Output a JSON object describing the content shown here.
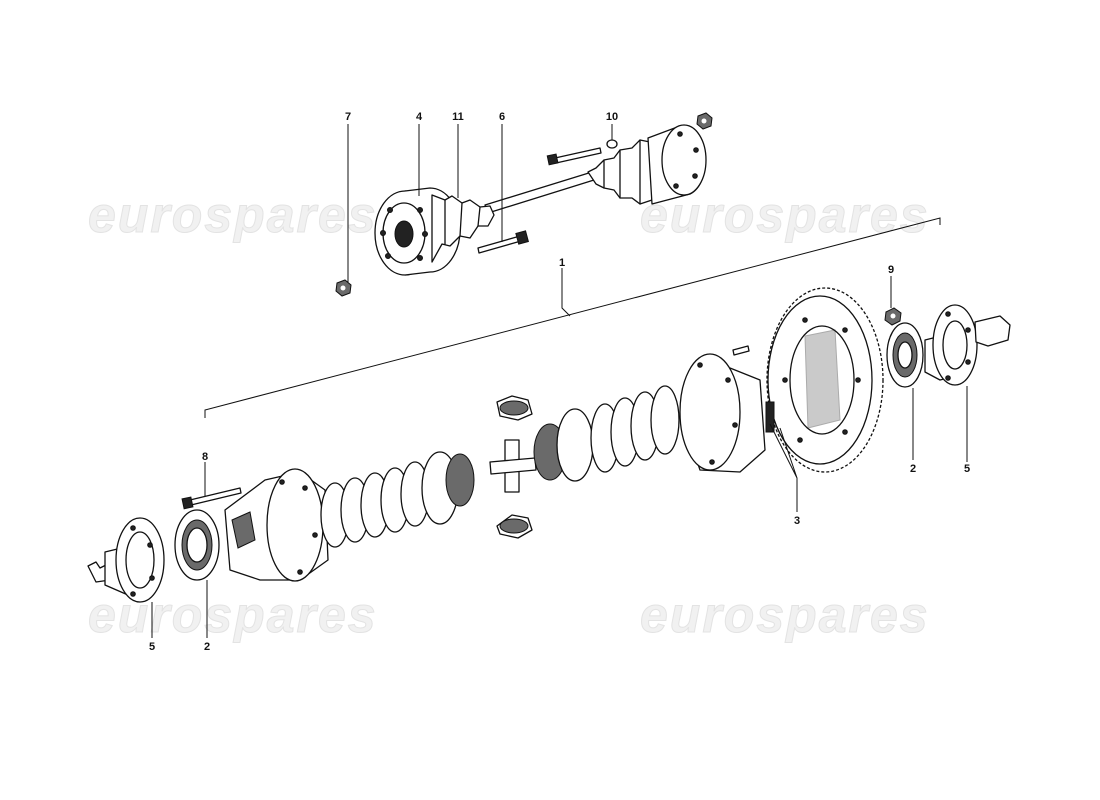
{
  "watermark": {
    "text": "eurospares",
    "color": "#e6e6e6"
  },
  "callouts": [
    {
      "id": "c7",
      "text": "7"
    },
    {
      "id": "c4",
      "text": "4"
    },
    {
      "id": "c11",
      "text": "11"
    },
    {
      "id": "c6",
      "text": "6"
    },
    {
      "id": "c10",
      "text": "10"
    },
    {
      "id": "c1",
      "text": "1"
    },
    {
      "id": "c9",
      "text": "9"
    },
    {
      "id": "c8",
      "text": "8"
    },
    {
      "id": "c3",
      "text": "3"
    },
    {
      "id": "c2r",
      "text": "2"
    },
    {
      "id": "c5r",
      "text": "5"
    },
    {
      "id": "c5l",
      "text": "5"
    },
    {
      "id": "c2l",
      "text": "2"
    }
  ],
  "colors": {
    "ink": "#111111",
    "background": "#ffffff"
  }
}
